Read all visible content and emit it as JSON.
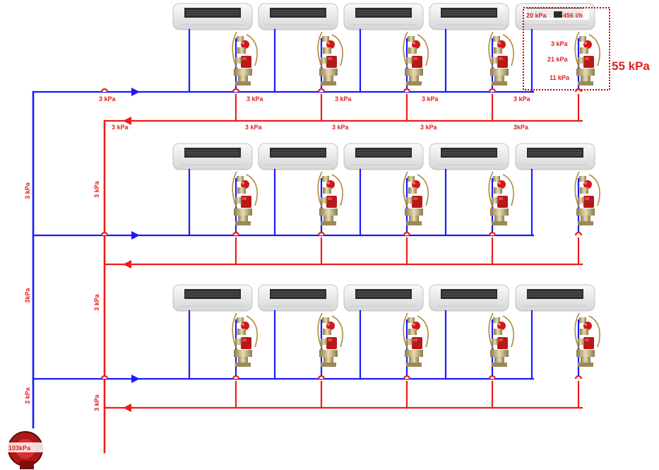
{
  "supply_labels": {
    "row1": [
      "3 kPa",
      "3 kPa",
      "3 kPa",
      "3 kPa",
      "3 kPa"
    ]
  },
  "return_labels": {
    "row1": [
      "3 kPa",
      "3 kPa",
      "3 kPa",
      "3 kPa",
      "3kPa"
    ]
  },
  "riser_labels": {
    "supply": [
      "3 kPa",
      "3kPa",
      "3 kPa"
    ],
    "return": [
      "3 kPa",
      "3 kPa",
      "3 kPa"
    ]
  },
  "highlight": {
    "flow_pressure": "20 kPa",
    "flow_rate": "456 l/h",
    "valve_1": "3 kPa",
    "valve_2": "21 kPa",
    "valve_3": "11 kPa",
    "total": "55 kPa"
  },
  "pump": {
    "label": "103kPa"
  },
  "colors": {
    "supply": "#1a1aff",
    "return": "#ee1c1c",
    "highlight": "#cc0000"
  },
  "icons": [
    "fan-coil-icon",
    "valve-group-icon",
    "pump-icon",
    "flow-arrow-icon"
  ]
}
